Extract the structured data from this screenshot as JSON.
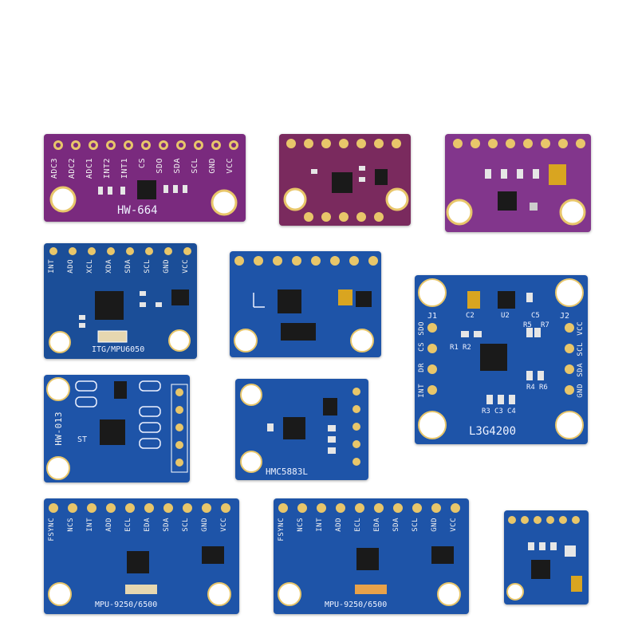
{
  "colors": {
    "purple": "#7a2a7e",
    "blue": "#1d4f9e",
    "pad": "#e8c66a",
    "hole": "#ffffff",
    "chip": "#1a1a1a"
  },
  "boards": [
    {
      "id": "hw664",
      "label": "HW-664",
      "pins": [
        "ADC3",
        "ADC2",
        "ADC1",
        "INT2",
        "INT1",
        "CS",
        "SDO",
        "SDA",
        "SCL",
        "GND",
        "VCC"
      ]
    },
    {
      "id": "purple-small",
      "label": "",
      "pins": []
    },
    {
      "id": "purple-bme",
      "label": "",
      "pins": []
    },
    {
      "id": "mpu6050",
      "label": "ITG/MPU6050",
      "pins": [
        "INT",
        "ADO",
        "XCL",
        "XDA",
        "SDA",
        "SCL",
        "GND",
        "VCC"
      ]
    },
    {
      "id": "blue-axis",
      "label": "",
      "pins": []
    },
    {
      "id": "l3g4200",
      "label": "L3G4200",
      "pins_left": [
        "SDO",
        "CS",
        "DR",
        "INT"
      ],
      "pins_right": [
        "VCC",
        "SCL",
        "SDA",
        "GND"
      ],
      "refs": [
        "J1",
        "J2",
        "C2",
        "U2",
        "C5",
        "R5",
        "R7",
        "R1",
        "R2",
        "R3",
        "C3",
        "C4",
        "R4",
        "R6"
      ]
    },
    {
      "id": "hw013",
      "label": "HW-013",
      "pins": [],
      "extra": "ST"
    },
    {
      "id": "hmc5883l",
      "label": "HMC5883L",
      "pins": []
    },
    {
      "id": "mpu9250a",
      "label": "MPU-9250/6500",
      "pins": [
        "FSYNC",
        "NCS",
        "INT",
        "ADD",
        "ECL",
        "EDA",
        "SDA",
        "SCL",
        "GND",
        "VCC"
      ]
    },
    {
      "id": "mpu9250b",
      "label": "MPU-9250/6500",
      "pins": [
        "FSYNC",
        "NCS",
        "INT",
        "ADD",
        "ECL",
        "EDA",
        "SDA",
        "SCL",
        "GND",
        "VCC"
      ]
    },
    {
      "id": "small-blue",
      "label": "",
      "pins": []
    }
  ]
}
